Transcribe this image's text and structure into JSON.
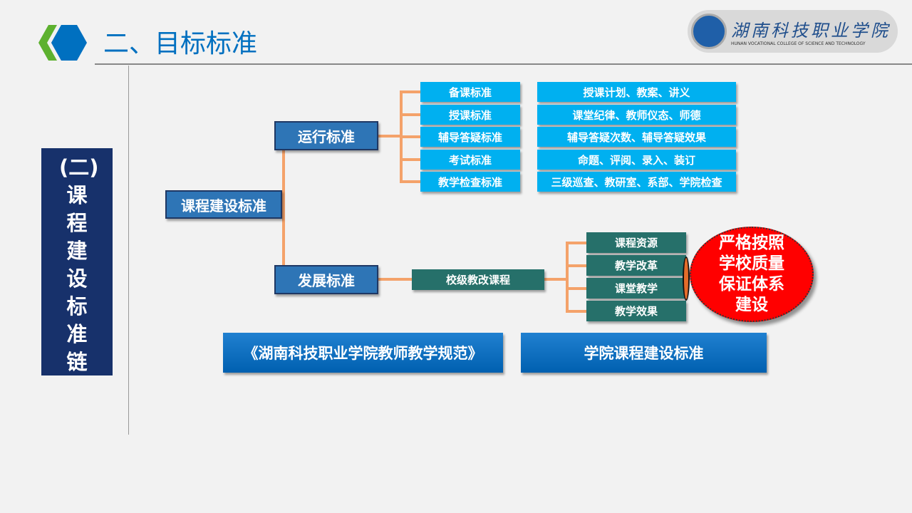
{
  "header": {
    "title": "二、目标标准",
    "logo_text": "湖南科技职业学院",
    "logo_subtext": "HUNAN VOCATIONAL COLLEGE OF SCIENCE AND TECHNOLOGY"
  },
  "side_label": "(二)课程建设标准链",
  "root": "课程建设标准",
  "branches": {
    "run": "运行标准",
    "dev": "发展标准"
  },
  "run_items": [
    {
      "name": "备课标准",
      "detail": "授课计划、教案、讲义"
    },
    {
      "name": "授课标准",
      "detail": "课堂纪律、教师仪态、师德"
    },
    {
      "name": "辅导答疑标准",
      "detail": "辅导答疑次数、辅导答疑效果"
    },
    {
      "name": "考试标准",
      "detail": "命题、评阅、录入、装订"
    },
    {
      "name": "教学检查标准",
      "detail": "三级巡查、教研室、系部、学院检查"
    }
  ],
  "dev_node": "校级教改课程",
  "dev_items": [
    "课程资源",
    "教学改革",
    "课堂教学",
    "教学效果"
  ],
  "callout": "严格按照学校质量保证体系建设",
  "footer": {
    "left": "《湖南科技职业学院教师教学规范》",
    "right": "学院课程建设标准"
  }
}
